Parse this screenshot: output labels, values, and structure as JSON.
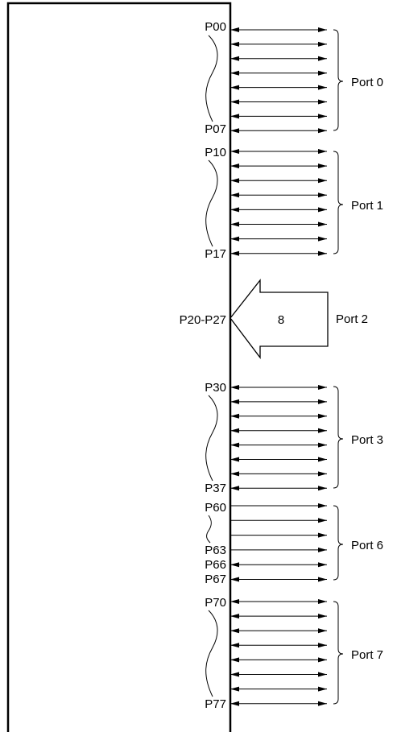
{
  "chip": {
    "pin_label_side": "right"
  },
  "ports": [
    {
      "id": "port0",
      "label": "Port 0",
      "lines": 8,
      "direction": "bidirectional",
      "pins": [
        "P00",
        "P07"
      ],
      "range_squiggle": true
    },
    {
      "id": "port1",
      "label": "Port 1",
      "lines": 8,
      "direction": "bidirectional",
      "pins": [
        "P10",
        "P17"
      ],
      "range_squiggle": true
    },
    {
      "id": "port2",
      "label": "Port 2",
      "bus_width": "8",
      "direction": "input-bus",
      "pins": [
        "P20-P27"
      ]
    },
    {
      "id": "port3",
      "label": "Port 3",
      "lines": 8,
      "direction": "bidirectional",
      "pins": [
        "P30",
        "P37"
      ],
      "range_squiggle": true
    },
    {
      "id": "port6",
      "label": "Port 6",
      "line_directions": [
        "output",
        "output",
        "output",
        "output",
        "bidirectional",
        "bidirectional"
      ],
      "pins": [
        "P60",
        "P63",
        "P66",
        "P67"
      ],
      "range_squiggle_between": [
        "P60",
        "P63"
      ]
    },
    {
      "id": "port7",
      "label": "Port 7",
      "lines": 8,
      "direction": "bidirectional",
      "pins": [
        "P70",
        "P77"
      ],
      "range_squiggle": true
    }
  ],
  "colors": {
    "line": "#000000",
    "background": "#ffffff"
  }
}
